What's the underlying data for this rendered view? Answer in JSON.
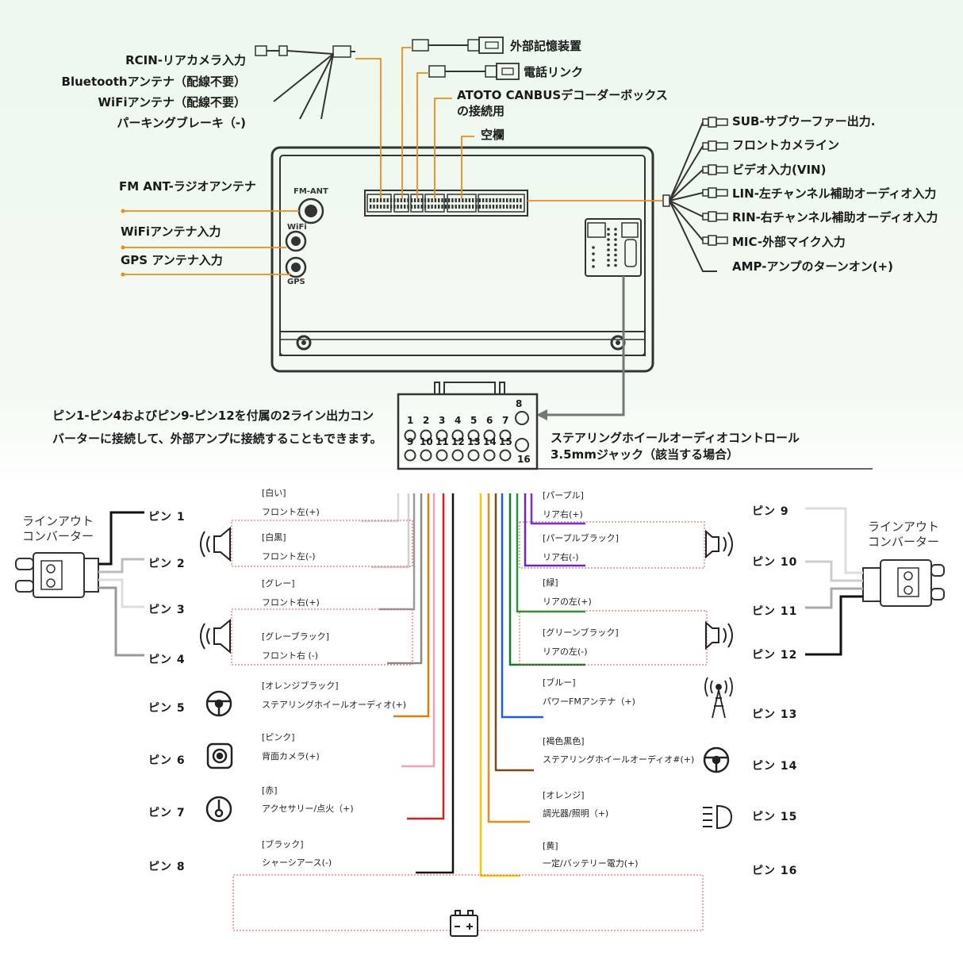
{
  "top_left_harness": {
    "labels": [
      "RCIN-リアカメラ入力",
      "Bluetoothアンテナ（配線不要）",
      "WiFiアンテナ（配線不要）",
      "パーキングブレーキ（-)"
    ]
  },
  "top_connectors": {
    "external_storage": "外部記憶装置",
    "phone_link": "電話リンク",
    "canbus_line1": "ATOTO CANBUSデコーダーボックス",
    "canbus_line2": "の接続用",
    "empty": "空欄"
  },
  "antennas": {
    "fm_label": "FM ANT-ラジオアンテナ",
    "wifi_label": "WiFiアンテナ入力",
    "gps_label": "GPS アンテナ入力",
    "fm_port": "FM-ANT",
    "wifi_port": "WiFi",
    "gps_port": "GPS"
  },
  "right_harness": {
    "labels": [
      "SUB-サブウーファー出力.",
      "フロントカメライン",
      "ビデオ入力(VIN)",
      "LIN-左チャンネル補助オーディオ入力",
      "RIN-右チャンネル補助オーディオ入力",
      "MIC-外部マイク入力",
      "AMP-アンプのターンオン(+)"
    ]
  },
  "steering_connector": {
    "top_pins": [
      "1",
      "2",
      "3",
      "4",
      "5",
      "6",
      "7"
    ],
    "top_extra": "8",
    "bottom_pins": [
      "9",
      "10",
      "11",
      "12",
      "13",
      "14",
      "15"
    ],
    "bottom_extra": "16",
    "label_line1": "ステアリングホイールオーディオコントロール",
    "label_line2": "3.5mmジャック（該当する場合）"
  },
  "note_text": "ピン1-ピン4およびピン9-ピン12を付属の2ライン出力コンバーターに接続して、外部アンプに接続することもできます。",
  "line_out_converter": {
    "left_line1": "ラインアウト",
    "left_line2": "コンバーター",
    "right_line1": "ラインアウト",
    "right_line2": "コンバーター"
  },
  "left_pins": [
    {
      "pin": "ピン 1",
      "color_name": "[白い]",
      "desc": "フロント左(+)",
      "wire_color": "#d9d9d9"
    },
    {
      "pin": "ピン 2",
      "color_name": "[白黒]",
      "desc": "フロント左(-)",
      "wire_color": "#d0d0d0"
    },
    {
      "pin": "ピン 3",
      "color_name": "[グレー]",
      "desc": "フロント右(+)",
      "wire_color": "#9a9a9a"
    },
    {
      "pin": "ピン 4",
      "color_name": "[グレーブラック]",
      "desc": "フロント右 (-)",
      "wire_color": "#8a8a8a"
    },
    {
      "pin": "ピン 5",
      "color_name": "[オレンジブラック]",
      "desc": "ステアリングホイールオーディオ(+)",
      "wire_color": "#e07b10"
    },
    {
      "pin": "ピン 6",
      "color_name": "[ピンク]",
      "desc": "背面カメラ(+)",
      "wire_color": "#f2a0b8"
    },
    {
      "pin": "ピン 7",
      "color_name": "[赤]",
      "desc": "アクセサリー/点火（+)",
      "wire_color": "#d81e1e"
    },
    {
      "pin": "ピン 8",
      "color_name": "[ブラック]",
      "desc": "シャーシアース(-)",
      "wire_color": "#111111"
    }
  ],
  "right_pins": [
    {
      "pin": "ピン 9",
      "color_name": "[パープル]",
      "desc": "リア右(+)",
      "wire_color": "#7b2fd0"
    },
    {
      "pin": "ピン 10",
      "color_name": "[パープルブラック]",
      "desc": "リア右(-)",
      "wire_color": "#6a28b8"
    },
    {
      "pin": "ピン 11",
      "color_name": "[緑]",
      "desc": "リアの左(+)",
      "wire_color": "#1f9a3a"
    },
    {
      "pin": "ピン 12",
      "color_name": "[グリーンブラック]",
      "desc": "リアの左(-)",
      "wire_color": "#157a2c"
    },
    {
      "pin": "ピン 13",
      "color_name": "[ブルー]",
      "desc": "パワーFMアンテナ（+)",
      "wire_color": "#1e5fd8"
    },
    {
      "pin": "ピン 14",
      "color_name": "[褐色黒色]",
      "desc": "ステアリングホイールオーディオ#(+)",
      "wire_color": "#7a4a1a"
    },
    {
      "pin": "ピン 15",
      "color_name": "[オレンジ]",
      "desc": "調光器/照明（+)",
      "wire_color": "#f08a1c"
    },
    {
      "pin": "ピン 16",
      "color_name": "[黄]",
      "desc": "一定/バッテリー電力(+)",
      "wire_color": "#f5c800"
    }
  ],
  "colors": {
    "accent_orange": "#f08a1c",
    "outline": "#333333",
    "dashed_red": "#e05050"
  },
  "icons": [
    "speaker-icon",
    "steering-wheel-icon",
    "camera-icon",
    "ignition-key-icon",
    "antenna-tower-icon",
    "headlight-icon",
    "battery-icon"
  ]
}
